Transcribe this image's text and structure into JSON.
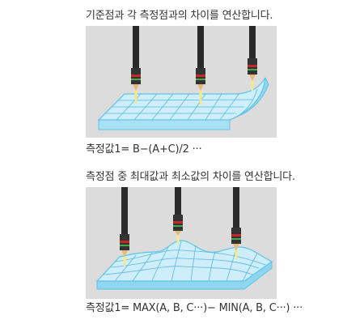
{
  "section1": {
    "title": "기준점과 각 측정점과의 차이를 연산합니다.",
    "formula": "측정값1= B−(A+C)/2 ···"
  },
  "section2": {
    "title": "측정점 중 최대값과 최소값의 차이를 연산합니다.",
    "formula": "측정값1= MAX(A, B, C···)− MIN(A, B, C···) ···"
  },
  "colors": {
    "panel_background": "#dcdcdc",
    "sheet_top": "#cdeefa",
    "sheet_edge": "#5fc3e8",
    "grid_line": "#5fb8e0",
    "probe_body": "#2a2a2a",
    "probe_band_red": "#c0282a",
    "probe_band_green": "#4aa84a",
    "probe_tip": "#e8b878",
    "beam": "#f5e98a"
  }
}
